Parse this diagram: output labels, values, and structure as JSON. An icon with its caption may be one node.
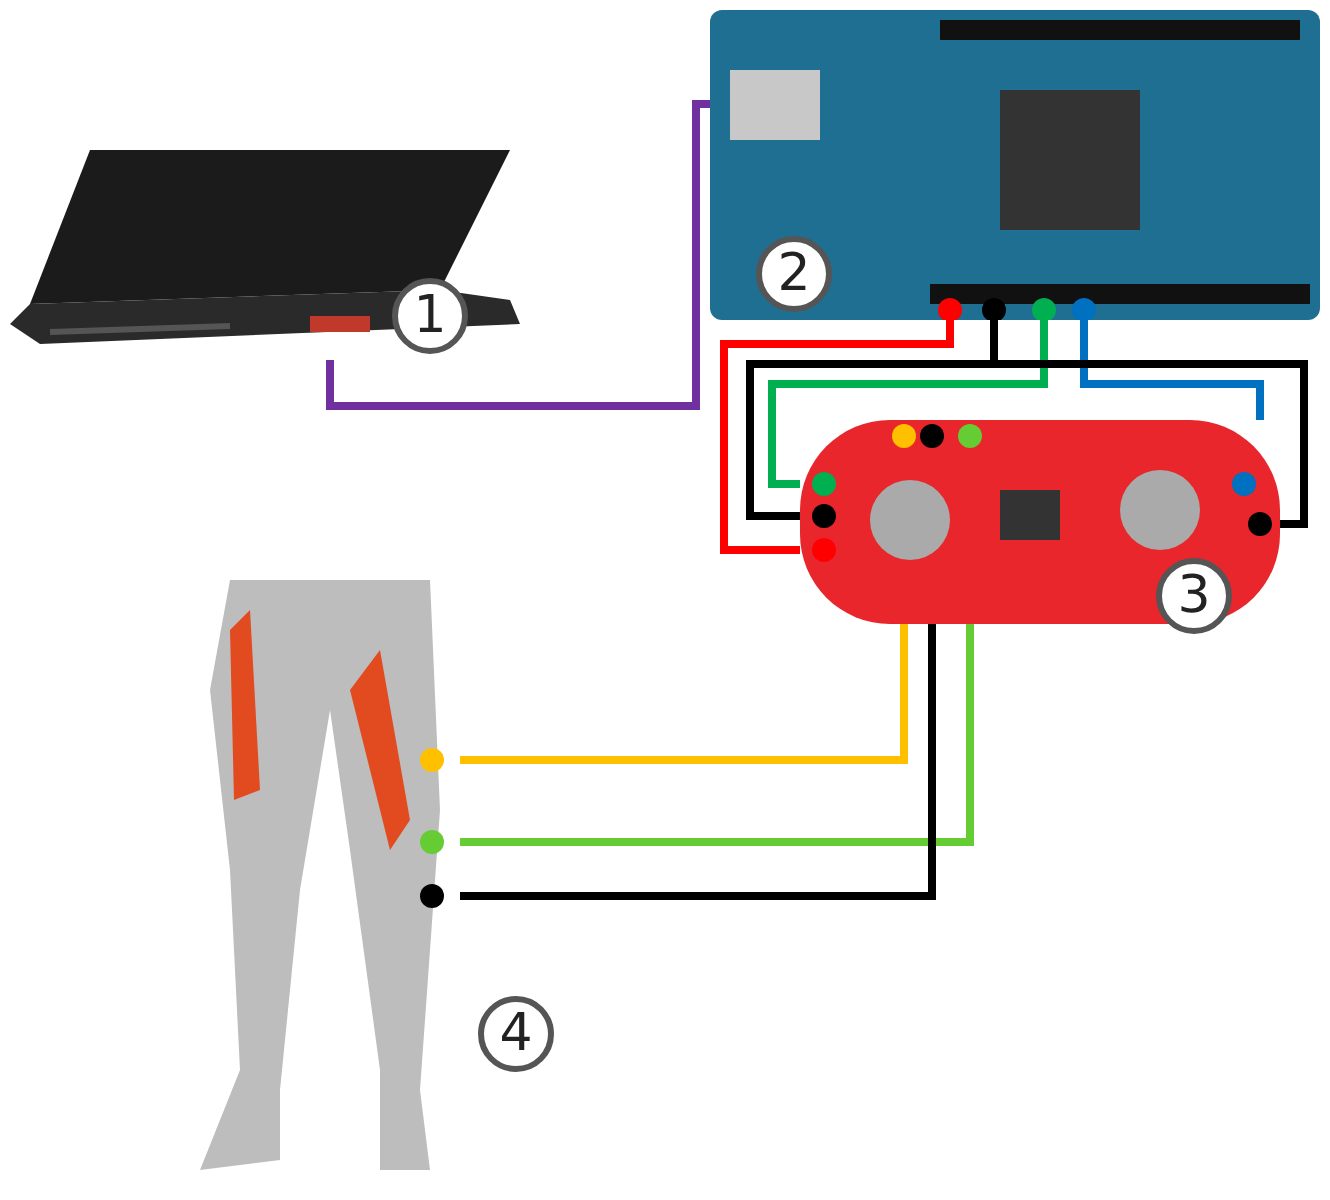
{
  "diagram": {
    "nodes": [
      {
        "text": [],
        "shape": "picture"
      },
      {
        "text": [],
        "shape": "picture"
      },
      {
        "text": [],
        "shape": "picture"
      },
      {
        "text": [],
        "shape": "picture"
      }
    ],
    "edges": [
      {
        "from": 0,
        "to": 1,
        "arrow": "none",
        "color": "#7030a0"
      },
      {
        "from": 1,
        "to": 2,
        "arrow": "none",
        "color": "#ff0000"
      },
      {
        "from": 1,
        "to": 2,
        "arrow": "none"
      },
      {
        "from": 1,
        "to": 2,
        "arrow": "none",
        "color": "#00b050"
      },
      {
        "from": 1,
        "to": 2,
        "arrow": "none",
        "color": "#0070c0"
      },
      {
        "from": 1,
        "to": 2,
        "arrow": "none"
      },
      {
        "from": 2,
        "to": 3,
        "arrow": "none",
        "color": "#ffc000"
      },
      {
        "from": 2,
        "to": 3,
        "arrow": "none",
        "color": "#66cc33"
      },
      {
        "from": 2,
        "to": 3,
        "arrow": "none"
      }
    ],
    "labels": [
      "1",
      "2",
      "3",
      "4"
    ]
  }
}
